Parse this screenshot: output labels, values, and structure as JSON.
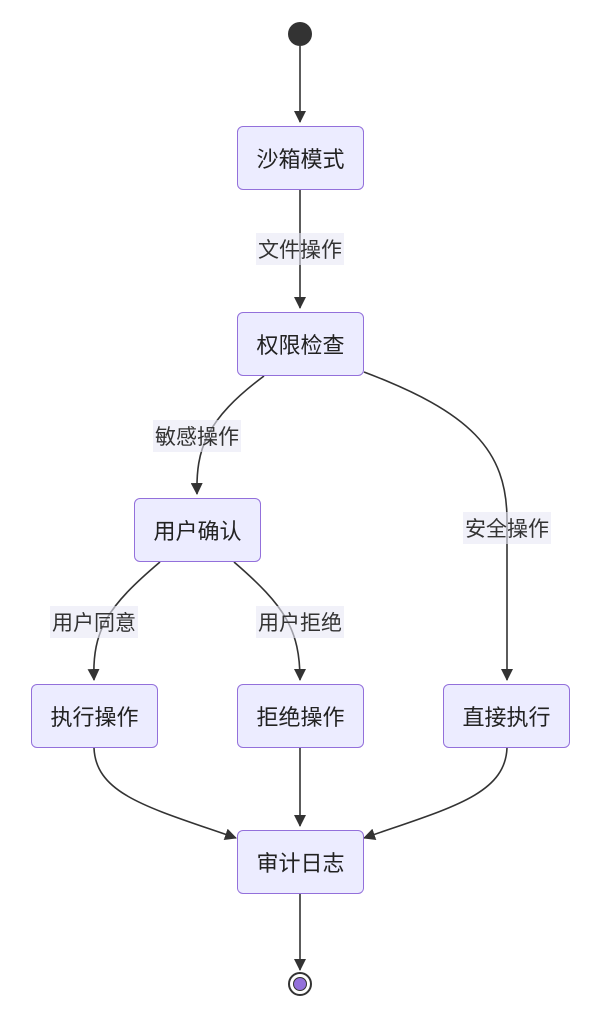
{
  "colors": {
    "node_fill": "#ECECFF",
    "node_border": "#9370DB",
    "edge": "#333333",
    "start_dot": "#333333",
    "end_inner": "#9370DB"
  },
  "states": {
    "sandbox": "沙箱模式",
    "permission_check": "权限检查",
    "user_confirm": "用户确认",
    "execute": "执行操作",
    "reject": "拒绝操作",
    "direct_execute": "直接执行",
    "audit_log": "审计日志"
  },
  "transitions": {
    "file_operation": "文件操作",
    "sensitive_operation": "敏感操作",
    "safe_operation": "安全操作",
    "user_agree": "用户同意",
    "user_reject": "用户拒绝"
  }
}
